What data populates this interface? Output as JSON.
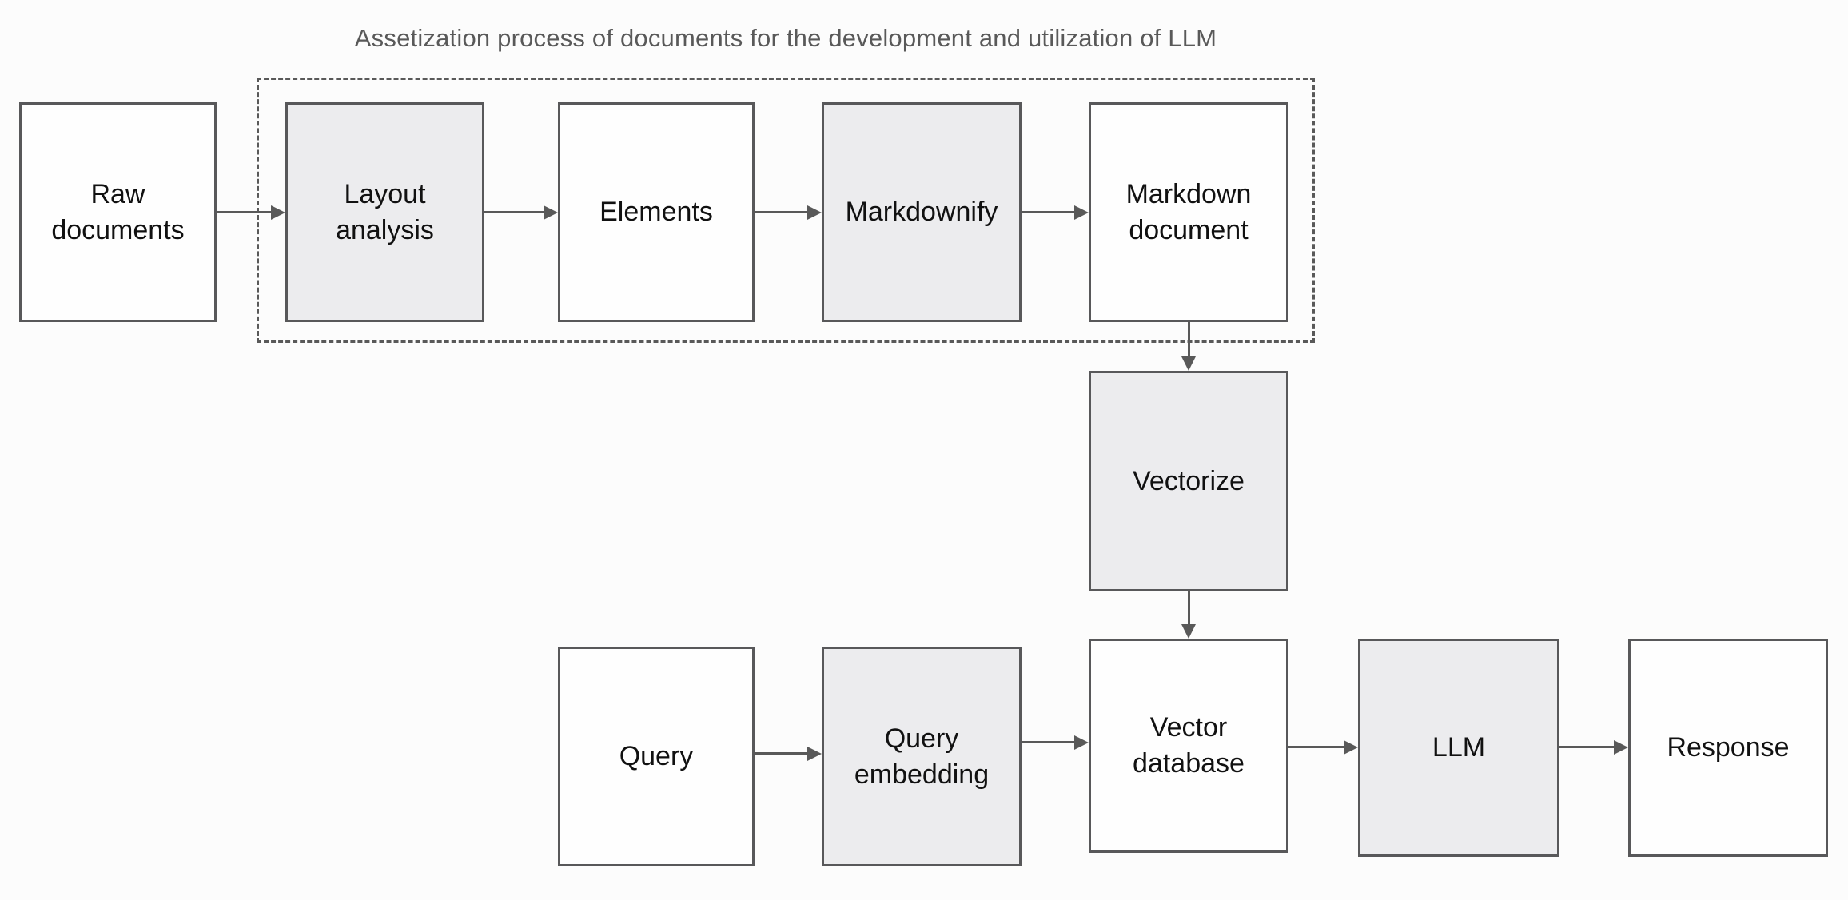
{
  "diagram": {
    "title": "Assetization process of documents for the development and utilization of LLM",
    "group": {
      "name": "assetization-process-group",
      "style": "dashed-border",
      "contains": [
        "layout_analysis",
        "elements",
        "markdownify",
        "markdown_document"
      ]
    },
    "nodes": {
      "raw_documents": {
        "label": "Raw\ndocuments",
        "fill": "plain"
      },
      "layout_analysis": {
        "label": "Layout\nanalysis",
        "fill": "shaded"
      },
      "elements": {
        "label": "Elements",
        "fill": "plain"
      },
      "markdownify": {
        "label": "Markdownify",
        "fill": "shaded"
      },
      "markdown_document": {
        "label": "Markdown\ndocument",
        "fill": "plain"
      },
      "vectorize": {
        "label": "Vectorize",
        "fill": "shaded"
      },
      "query": {
        "label": "Query",
        "fill": "plain"
      },
      "query_embedding": {
        "label": "Query\nembedding",
        "fill": "shaded"
      },
      "vector_database": {
        "label": "Vector\ndatabase",
        "fill": "plain"
      },
      "llm": {
        "label": "LLM",
        "fill": "shaded"
      },
      "response": {
        "label": "Response",
        "fill": "plain"
      }
    },
    "edges": [
      {
        "from": "raw_documents",
        "to": "layout_analysis",
        "direction": "right"
      },
      {
        "from": "layout_analysis",
        "to": "elements",
        "direction": "right"
      },
      {
        "from": "elements",
        "to": "markdownify",
        "direction": "right"
      },
      {
        "from": "markdownify",
        "to": "markdown_document",
        "direction": "right"
      },
      {
        "from": "markdown_document",
        "to": "vectorize",
        "direction": "down"
      },
      {
        "from": "vectorize",
        "to": "vector_database",
        "direction": "down"
      },
      {
        "from": "query",
        "to": "query_embedding",
        "direction": "right"
      },
      {
        "from": "query_embedding",
        "to": "vector_database",
        "direction": "right"
      },
      {
        "from": "vector_database",
        "to": "llm",
        "direction": "right"
      },
      {
        "from": "llm",
        "to": "response",
        "direction": "right"
      }
    ],
    "colors": {
      "background": "#fcfcfc",
      "node_fill_plain": "#fefefe",
      "node_fill_shaded": "#ececee",
      "node_border": "#58585a",
      "arrow": "#595959",
      "group_border": "#595959",
      "title_text": "#595959",
      "label_text": "#111111"
    }
  }
}
